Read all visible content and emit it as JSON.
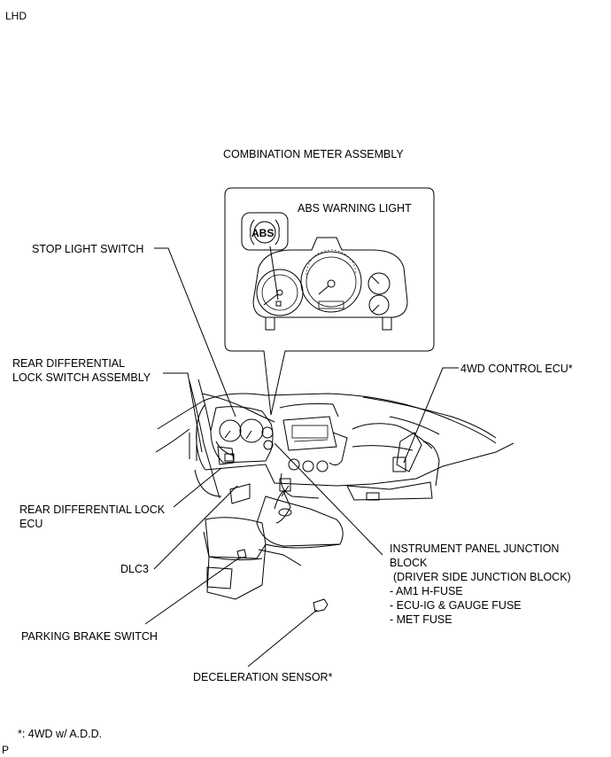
{
  "corner_top": "LHD",
  "corner_bottom": "P",
  "footnote": "*: 4WD w/ A.D.D.",
  "meter": {
    "title": "COMBINATION METER ASSEMBLY",
    "warning_label": "ABS WARNING LIGHT",
    "abs_symbol": "ABS"
  },
  "labels": {
    "stop_light_switch": "STOP LIGHT SWITCH",
    "rear_diff_lock_switch_1": "REAR DIFFERENTIAL",
    "rear_diff_lock_switch_2": "LOCK SWITCH ASSEMBLY",
    "control_ecu_4wd": "4WD CONTROL ECU*",
    "rear_diff_lock_ecu_1": "REAR DIFFERENTIAL LOCK",
    "rear_diff_lock_ecu_2": "ECU",
    "dlc3": "DLC3",
    "junction_block_1": "INSTRUMENT PANEL JUNCTION",
    "junction_block_2": "BLOCK",
    "junction_block_3": "(DRIVER SIDE JUNCTION BLOCK)",
    "fuse_1": "- AM1 H-FUSE",
    "fuse_2": "- ECU-IG & GAUGE FUSE",
    "fuse_3": "- MET FUSE",
    "parking_brake_switch": "PARKING BRAKE SWITCH",
    "deceleration_sensor": "DECELERATION SENSOR*"
  }
}
